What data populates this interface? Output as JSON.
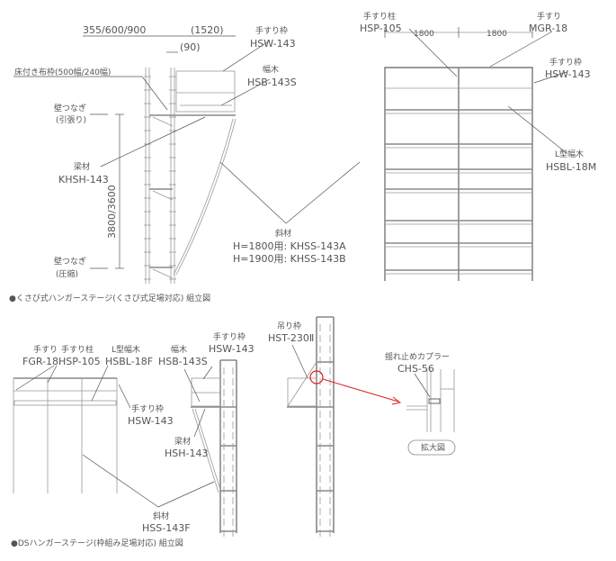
{
  "kusabi": {
    "dim_width": "355/600/900",
    "dim_1520": "(1520)",
    "dim_90": "(90)",
    "dim_height": "3800/3600",
    "hsw_label": "手すり枠",
    "hsw_code": "HSW-143",
    "hsb_label": "幅木",
    "hsb_code": "HSB-143S",
    "deck_label": "床付き布枠(500幅/240幅)",
    "tie_tension_label": "壁つなぎ",
    "tie_tension_sub": "(引張り)",
    "beam_label": "梁材",
    "beam_code": "KHSH-143",
    "brace_label": "斜材",
    "brace_a": "H=1800用: KHSS-143A",
    "brace_b": "H=1900用: KHSS-143B",
    "tie_comp_label": "壁つなぎ",
    "tie_comp_sub": "(圧縮)",
    "post_label": "手すり柱",
    "post_code": "HSP-105",
    "span1": "1800",
    "span2": "1800",
    "rail_label": "手すり",
    "rail_code": "MGR-18",
    "hsw2_label": "手すり枠",
    "hsw2_code": "HSW-143",
    "toe_label": "L型幅木",
    "toe_code": "HSBL-18M",
    "caption": "●くさび式ハンガーステージ(くさび式足場対応) 組立図"
  },
  "ds": {
    "rail_label": "手すり",
    "rail_code": "FGR-18",
    "post_label": "手すり柱",
    "post_code": "HSP-105",
    "toe_label": "L型幅木",
    "toe_code": "HSBL-18F",
    "hsw_label": "手すり枠",
    "hsw_code": "HSW-143",
    "hsb_label": "幅木",
    "hsb_code": "HSB-143S",
    "hsw2_label": "手すり枠",
    "hsw2_code": "HSW-143",
    "beam_label": "梁材",
    "beam_code": "HSH-143",
    "brace_label": "斜材",
    "brace_code": "HSS-143F",
    "hanger_label": "吊り枠",
    "hanger_code": "HST-230Ⅱ",
    "coupler_label": "揺れ止めカプラー",
    "coupler_code": "CHS-56",
    "enlarged_label": "拡大図",
    "caption": "●DSハンガーステージ(枠組み足場対応) 組立図"
  },
  "colors": {
    "highlight": "#e02020",
    "line": "#888888"
  }
}
